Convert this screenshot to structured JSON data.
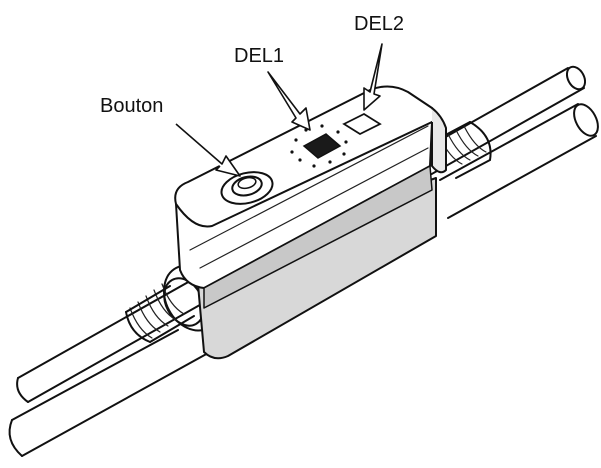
{
  "labels": {
    "button": "Bouton",
    "led1": "DEL1",
    "led2": "DEL2"
  },
  "colors": {
    "outline": "#111111",
    "body_shadow": "#d8d8d8",
    "led1_fill": "#1a1a1a",
    "background": "#ffffff"
  }
}
